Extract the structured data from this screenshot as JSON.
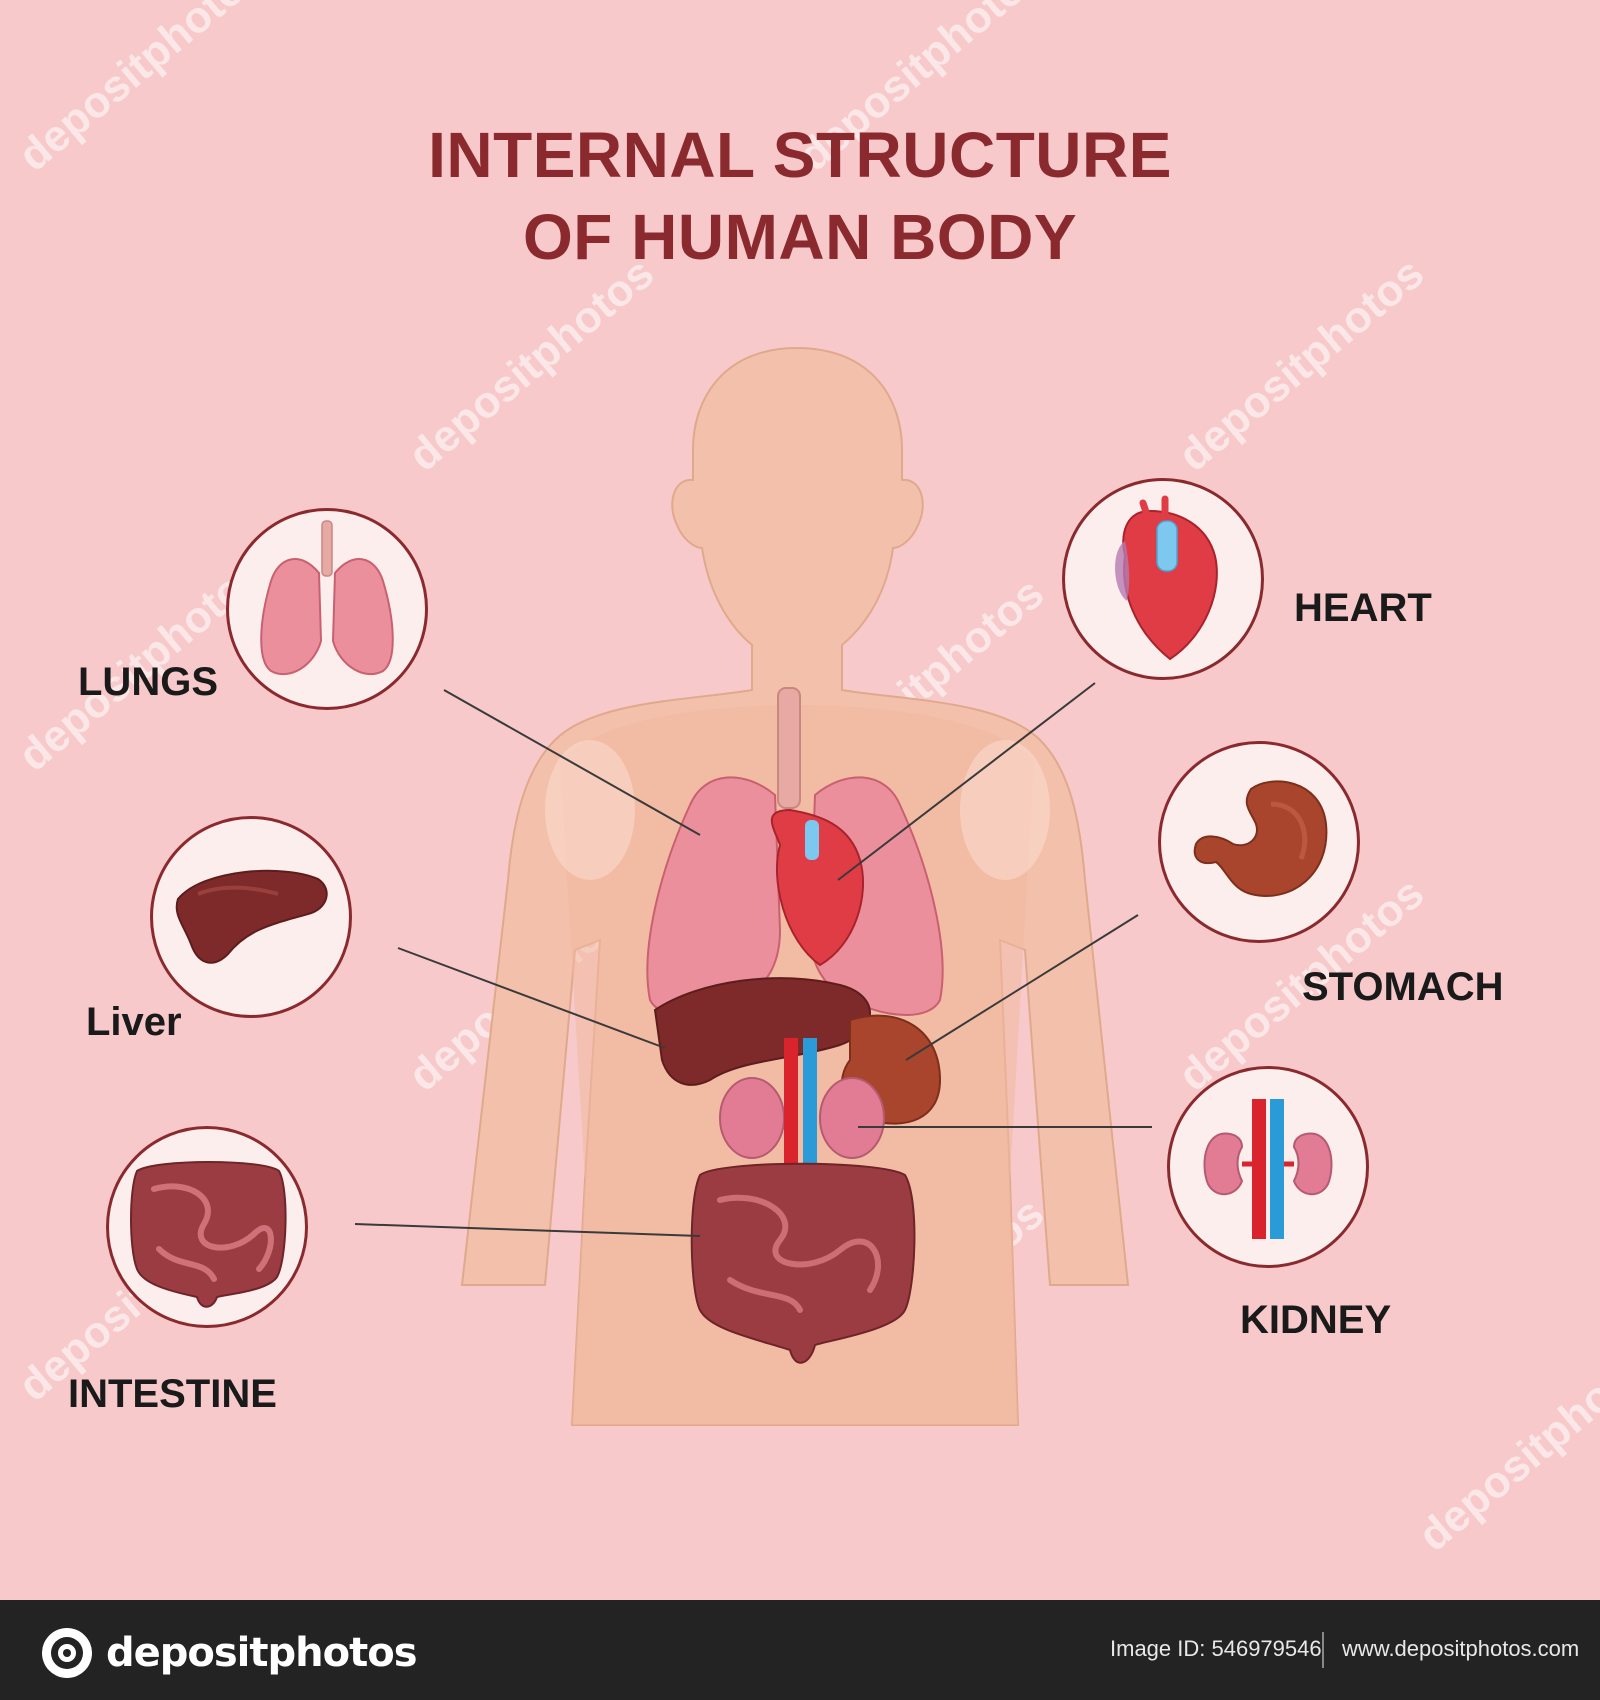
{
  "title": {
    "line1": "INTERNAL STRUCTURE",
    "line2": "OF HUMAN BODY"
  },
  "labels": {
    "lungs": "LUNGS",
    "liver": "Liver",
    "intestine": "INTESTINE",
    "heart": "HEART",
    "stomach": "STOMACH",
    "kidney": "KIDNEY"
  },
  "watermark": "depositphotos",
  "footer": {
    "brand": "depositphotos",
    "image_id": "Image ID: 546979546",
    "url": "www.depositphotos.com"
  },
  "colors": {
    "background": "#f7c9cb",
    "title": "#8a2a2e",
    "skin": "#f0c3a8",
    "lung": "#ec8f9c",
    "heart": "#e03c46",
    "liver": "#7e2a2a",
    "stomach": "#a8452c",
    "kidney": "#e27b94",
    "intestine": "#9b3c42",
    "artery": "#d9232d",
    "vein": "#2a9bd6",
    "footer": "#232323"
  }
}
